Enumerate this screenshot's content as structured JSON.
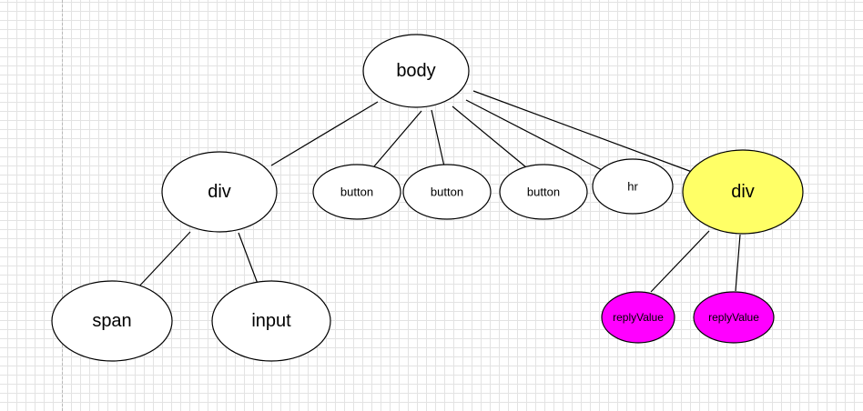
{
  "diagram": {
    "root": {
      "label": "body"
    },
    "children": [
      {
        "label": "div"
      },
      {
        "label": "button"
      },
      {
        "label": "button"
      },
      {
        "label": "button"
      },
      {
        "label": "hr"
      },
      {
        "label": "div",
        "fill": "#ffff66"
      }
    ],
    "first_div_children": [
      {
        "label": "span"
      },
      {
        "label": "input"
      }
    ],
    "highlighted_div_children": [
      {
        "label": "replyValue",
        "fill": "#ff00ff"
      },
      {
        "label": "replyValue",
        "fill": "#ff00ff"
      }
    ],
    "colors": {
      "stroke": "#000000",
      "default_fill": "#ffffff",
      "highlight_div": "#ffff66",
      "leaf_highlight": "#ff00ff"
    }
  }
}
